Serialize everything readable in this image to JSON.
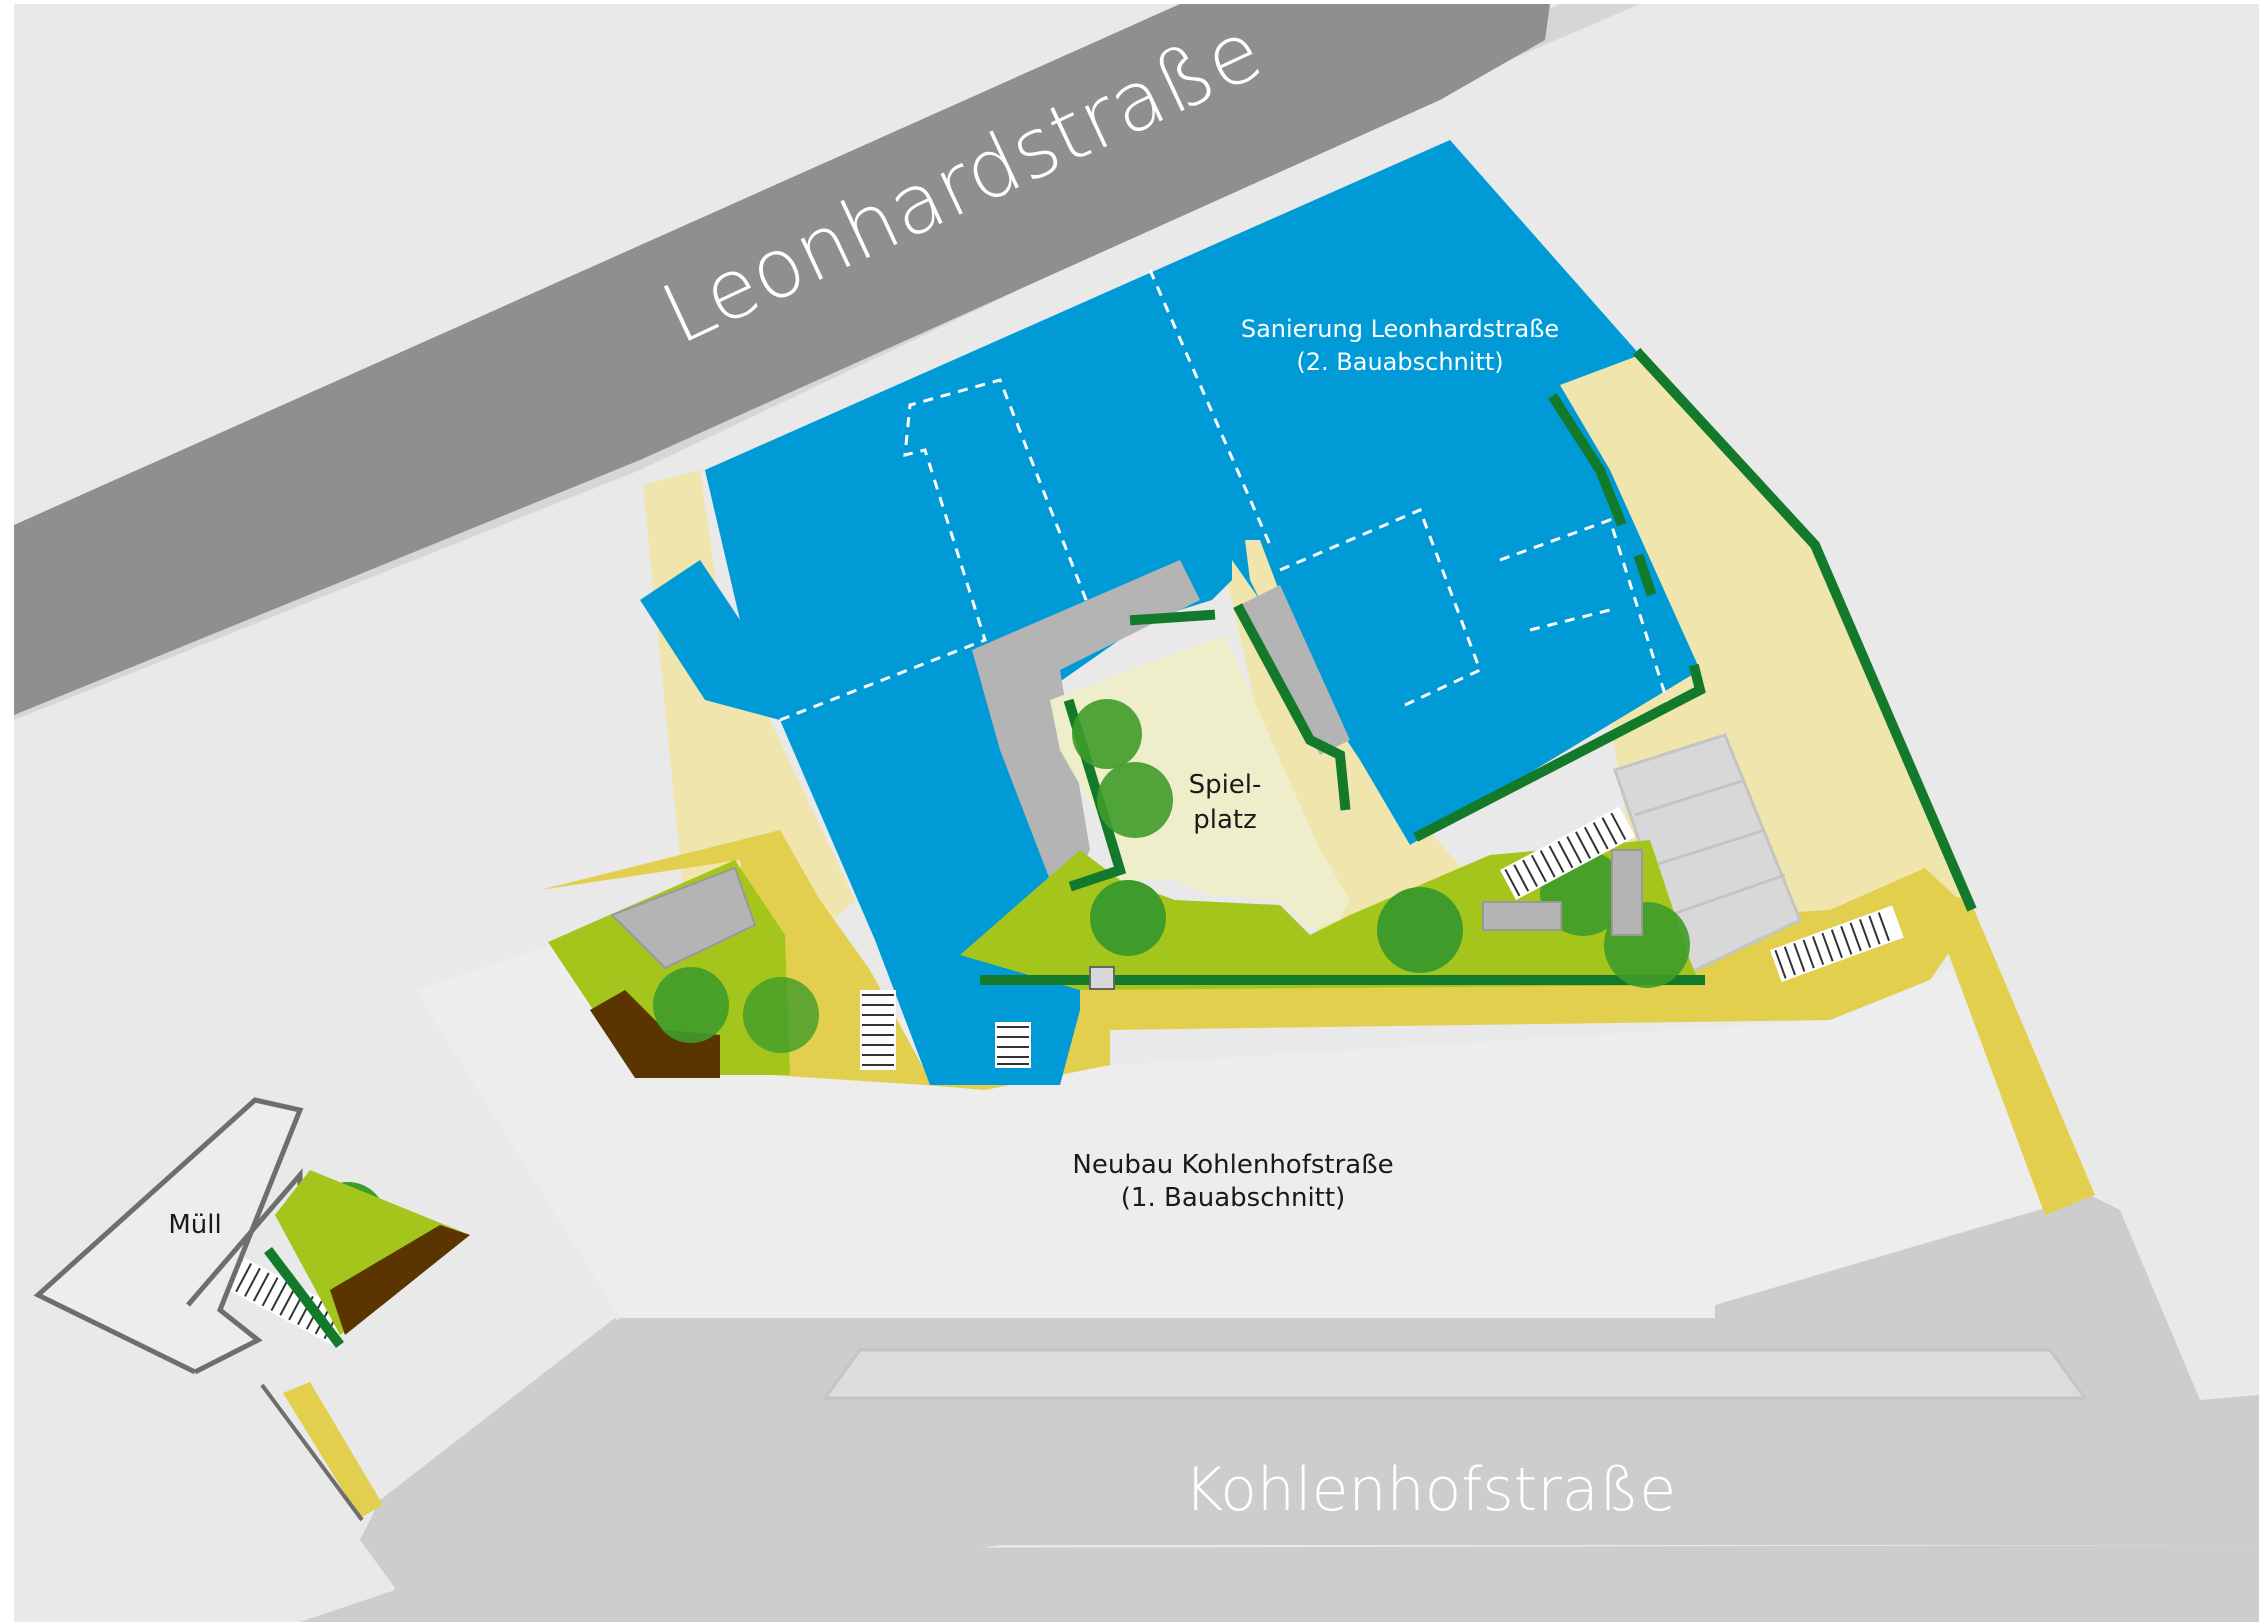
{
  "streets": {
    "north": "Leonhardstraße",
    "south": "Kohlenhofstraße"
  },
  "areas": {
    "renovation": {
      "line1": "Sanierung Leonhardstraße",
      "line2": "(2. Bauabschnitt)"
    },
    "new_building": {
      "line1": "Neubau Kohlenhofstraße",
      "line2": "(1. Bauabschnitt)"
    },
    "playground": {
      "line1": "Spiel-",
      "line2": "platz"
    },
    "waste": "Müll"
  },
  "colors": {
    "background": "#e9e9e9",
    "street_dark": "#8f8f8f",
    "street_light": "#cdcdcd",
    "renovation_blue": "#009bd7",
    "pavement_beige": "#f0e6ad",
    "courtyard_yellow": "#e3cf4e",
    "lawn_green": "#a4c61c",
    "tree_green": "#3f9b2a",
    "hedge_green": "#137a2c",
    "playground_sand": "#eeeecb",
    "soil_brown": "#5a3500",
    "structure_grey": "#b4b4b4",
    "outline_grey": "#6e6e6e"
  }
}
